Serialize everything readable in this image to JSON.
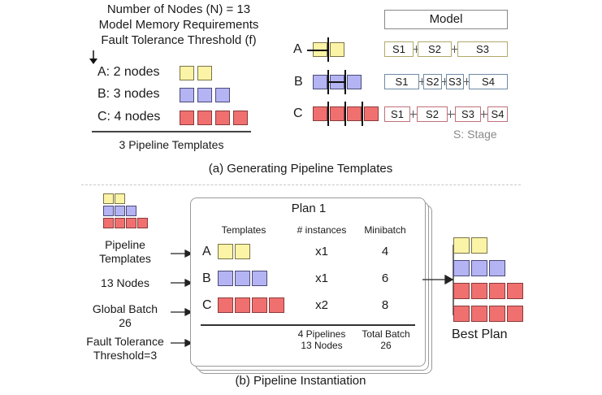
{
  "section_a": {
    "inputs": [
      "Number of Nodes (N) = 13",
      "Model Memory Requirements",
      "Fault Tolerance Threshold (f)"
    ],
    "templates": [
      {
        "label": "A: 2 nodes",
        "nodes": 2,
        "color": "yellow"
      },
      {
        "label": "B: 3 nodes",
        "nodes": 3,
        "color": "blue"
      },
      {
        "label": "C: 4 nodes",
        "nodes": 4,
        "color": "red"
      }
    ],
    "templates_caption": "3 Pipeline Templates",
    "model_label": "Model",
    "partitions": [
      {
        "name": "A",
        "stages": [
          "S1",
          "S2",
          "S3"
        ]
      },
      {
        "name": "B",
        "stages": [
          "S1",
          "S2",
          "S3",
          "S4"
        ]
      },
      {
        "name": "C",
        "stages": [
          "S1",
          "S2",
          "S3",
          "S4"
        ]
      }
    ],
    "legend": "S: Stage",
    "caption": "(a) Generating Pipeline Templates"
  },
  "section_b": {
    "inputs": [
      "Pipeline Templates",
      "13 Nodes",
      "Global Batch 26",
      "Fault Tolerance Threshold=3"
    ],
    "input_lines": {
      "pipeline_templates": [
        "Pipeline",
        "Templates"
      ],
      "nodes": [
        "13 Nodes"
      ],
      "global_batch": [
        "Global Batch",
        "26"
      ],
      "fault_tolerance": [
        "Fault Tolerance",
        "Threshold=3"
      ]
    },
    "plan": {
      "title": "Plan 1",
      "headers": [
        "Templates",
        "# instances",
        "Minibatch"
      ],
      "rows": [
        {
          "template": "A",
          "nodes": 2,
          "instances": "x1",
          "minibatch": "4"
        },
        {
          "template": "B",
          "nodes": 3,
          "instances": "x1",
          "minibatch": "6"
        },
        {
          "template": "C",
          "nodes": 4,
          "instances": "x2",
          "minibatch": "8"
        }
      ],
      "summary_pipelines": "4 Pipelines",
      "summary_nodes": "13 Nodes",
      "summary_batch_label": "Total Batch",
      "summary_batch_value": "26"
    },
    "best_plan_label": "Best Plan",
    "best_plan_rows": [
      2,
      3,
      4,
      4
    ],
    "caption": "(b) Pipeline Instantiation"
  },
  "colors": {
    "yellow_fill": "#fbf4a6",
    "blue_fill": "#b4b4f4",
    "red_fill": "#f07070",
    "stage_border_yellow": "#b2a96a",
    "stage_border_blue": "#6f8aa4",
    "stage_border_red": "#c0707a"
  }
}
